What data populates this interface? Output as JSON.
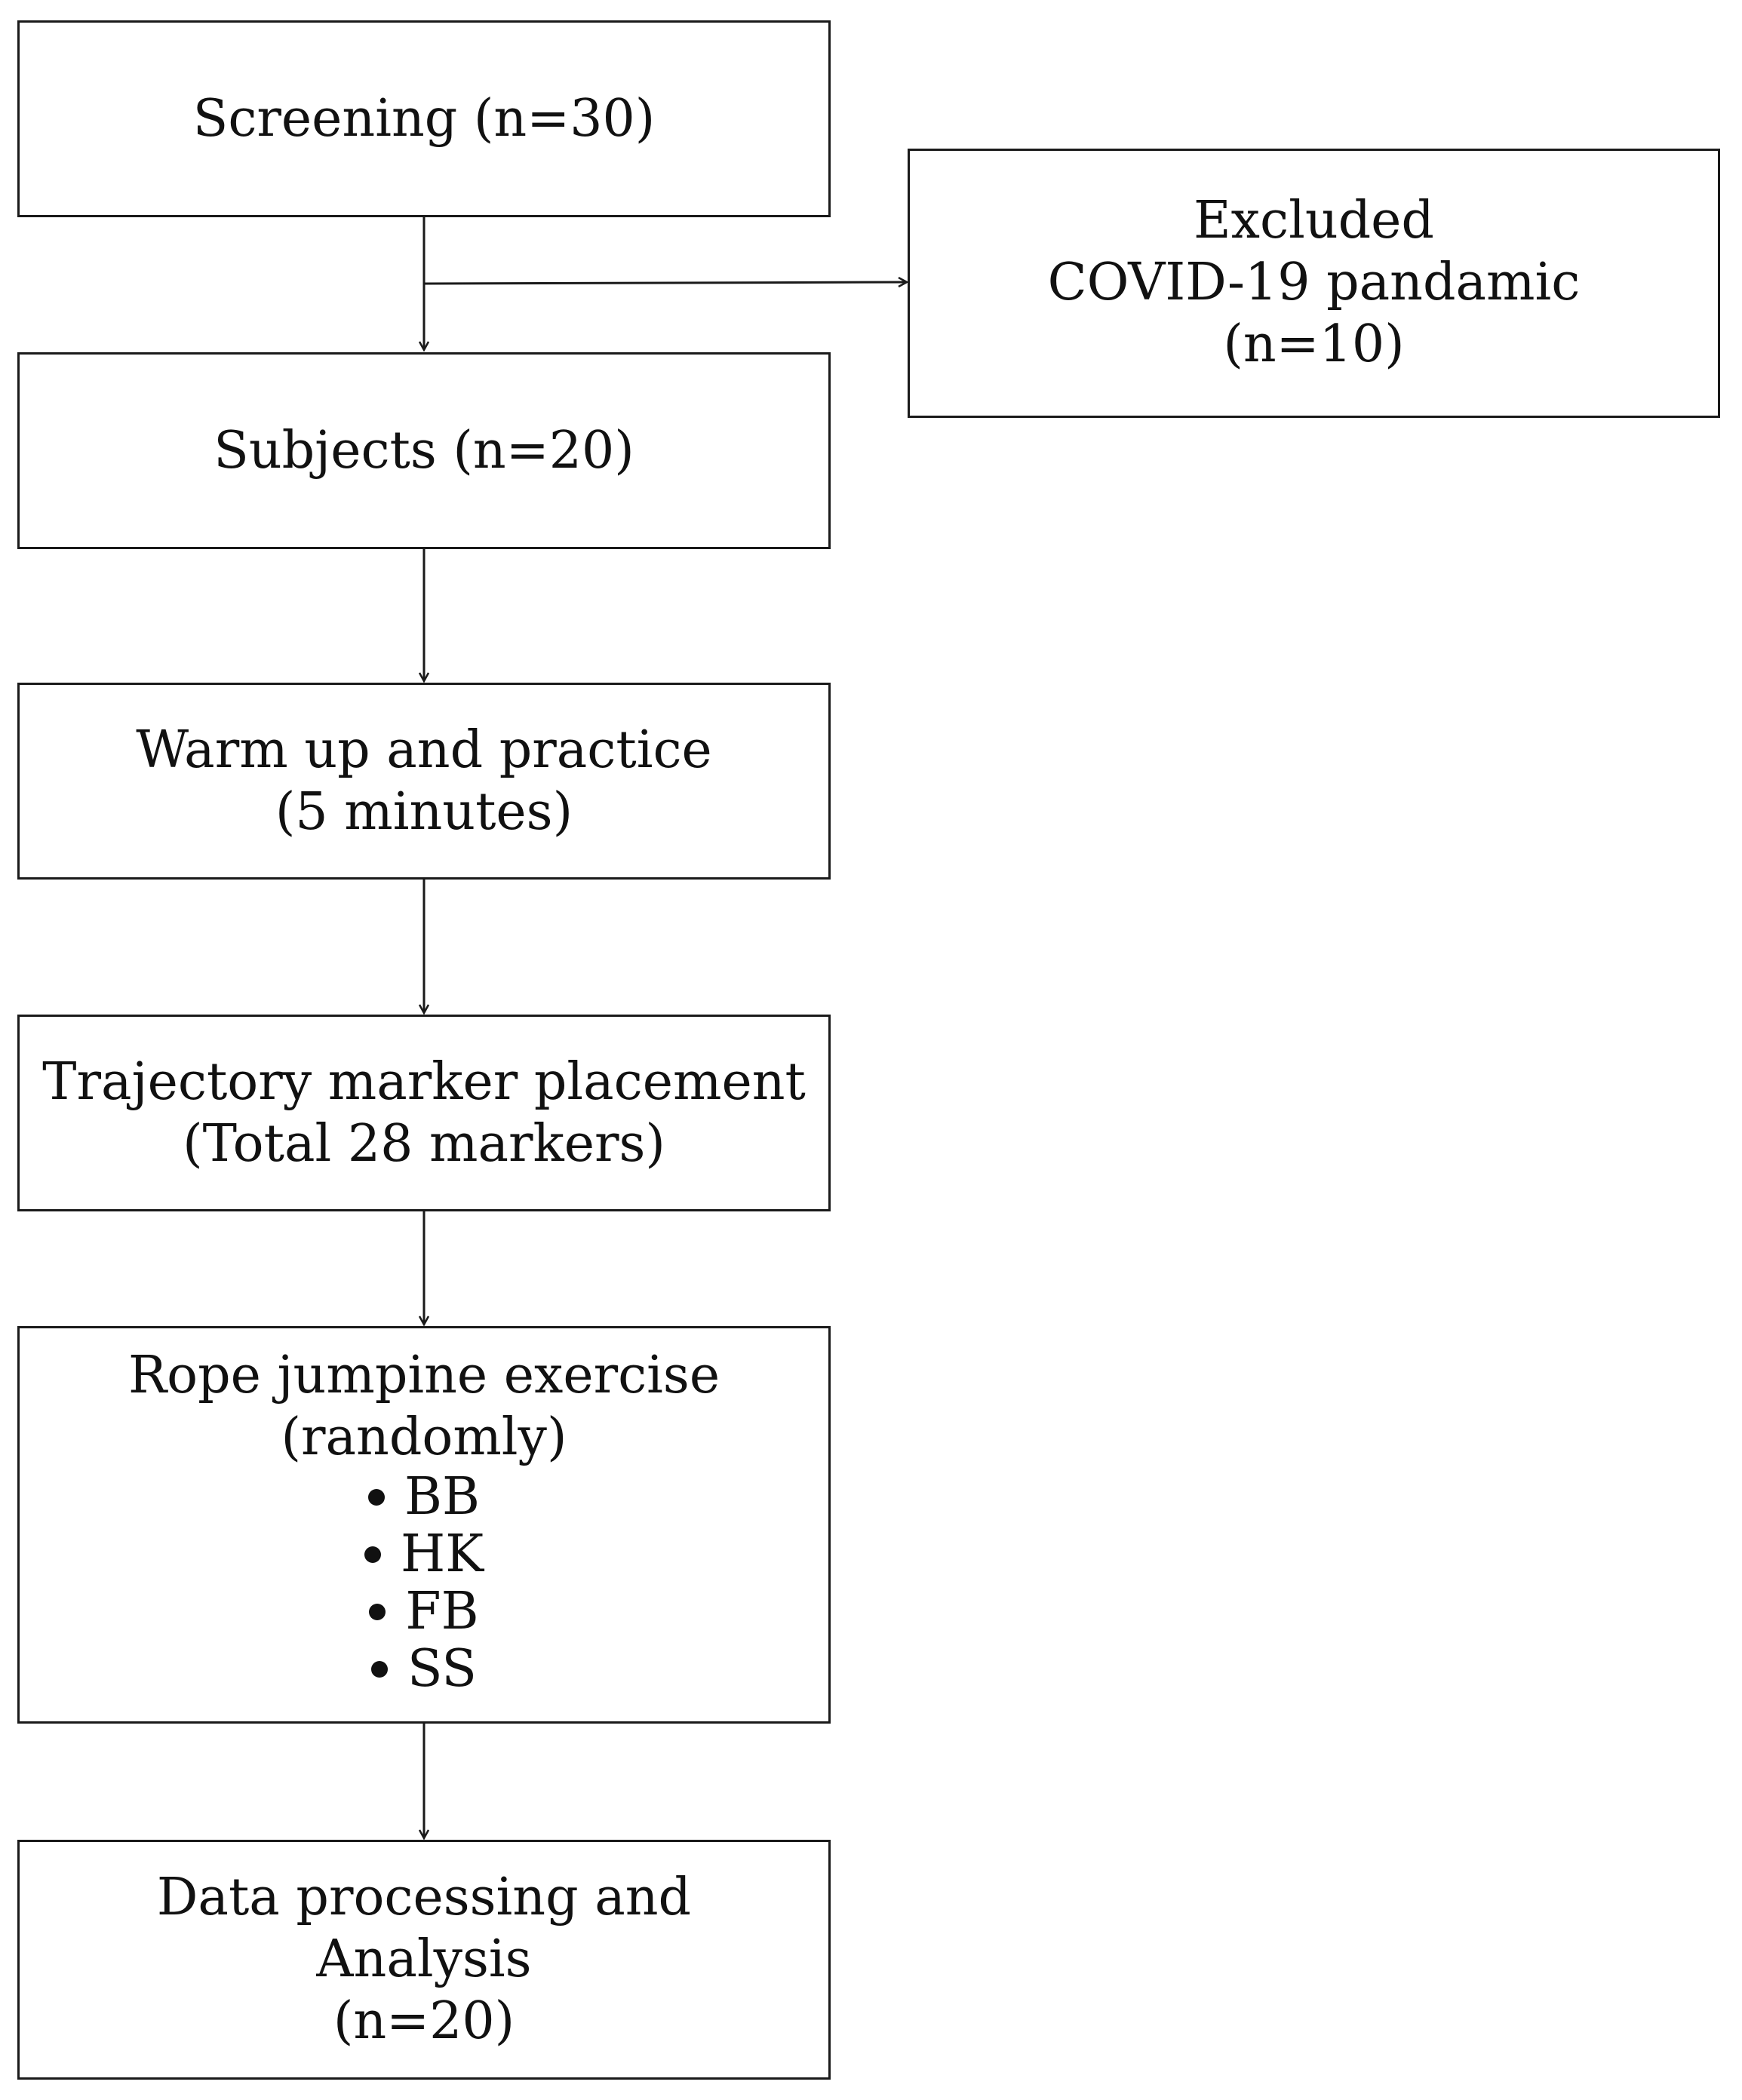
{
  "flow": {
    "screening": {
      "lines": [
        "Screening (n=30)"
      ]
    },
    "excluded": {
      "lines": [
        "Excluded",
        "COVID-19 pandamic",
        "(n=10)"
      ]
    },
    "subjects": {
      "lines": [
        "Subjects (n=20)"
      ]
    },
    "warmup": {
      "lines": [
        "Warm up and practice",
        "(5 minutes)"
      ]
    },
    "markers": {
      "lines": [
        "Trajectory marker placement",
        "(Total 28 markers)"
      ]
    },
    "exercise": {
      "lines": [
        "Rope jumpine exercise",
        "(randomly)"
      ],
      "bullets": [
        "BB",
        "HK",
        "FB",
        "SS"
      ]
    },
    "analysis": {
      "lines": [
        "Data processing and",
        "Analysis",
        "(n=20)"
      ]
    }
  },
  "colors": {
    "stroke": "#1a1a1a",
    "text": "#111111",
    "background": "#ffffff"
  }
}
